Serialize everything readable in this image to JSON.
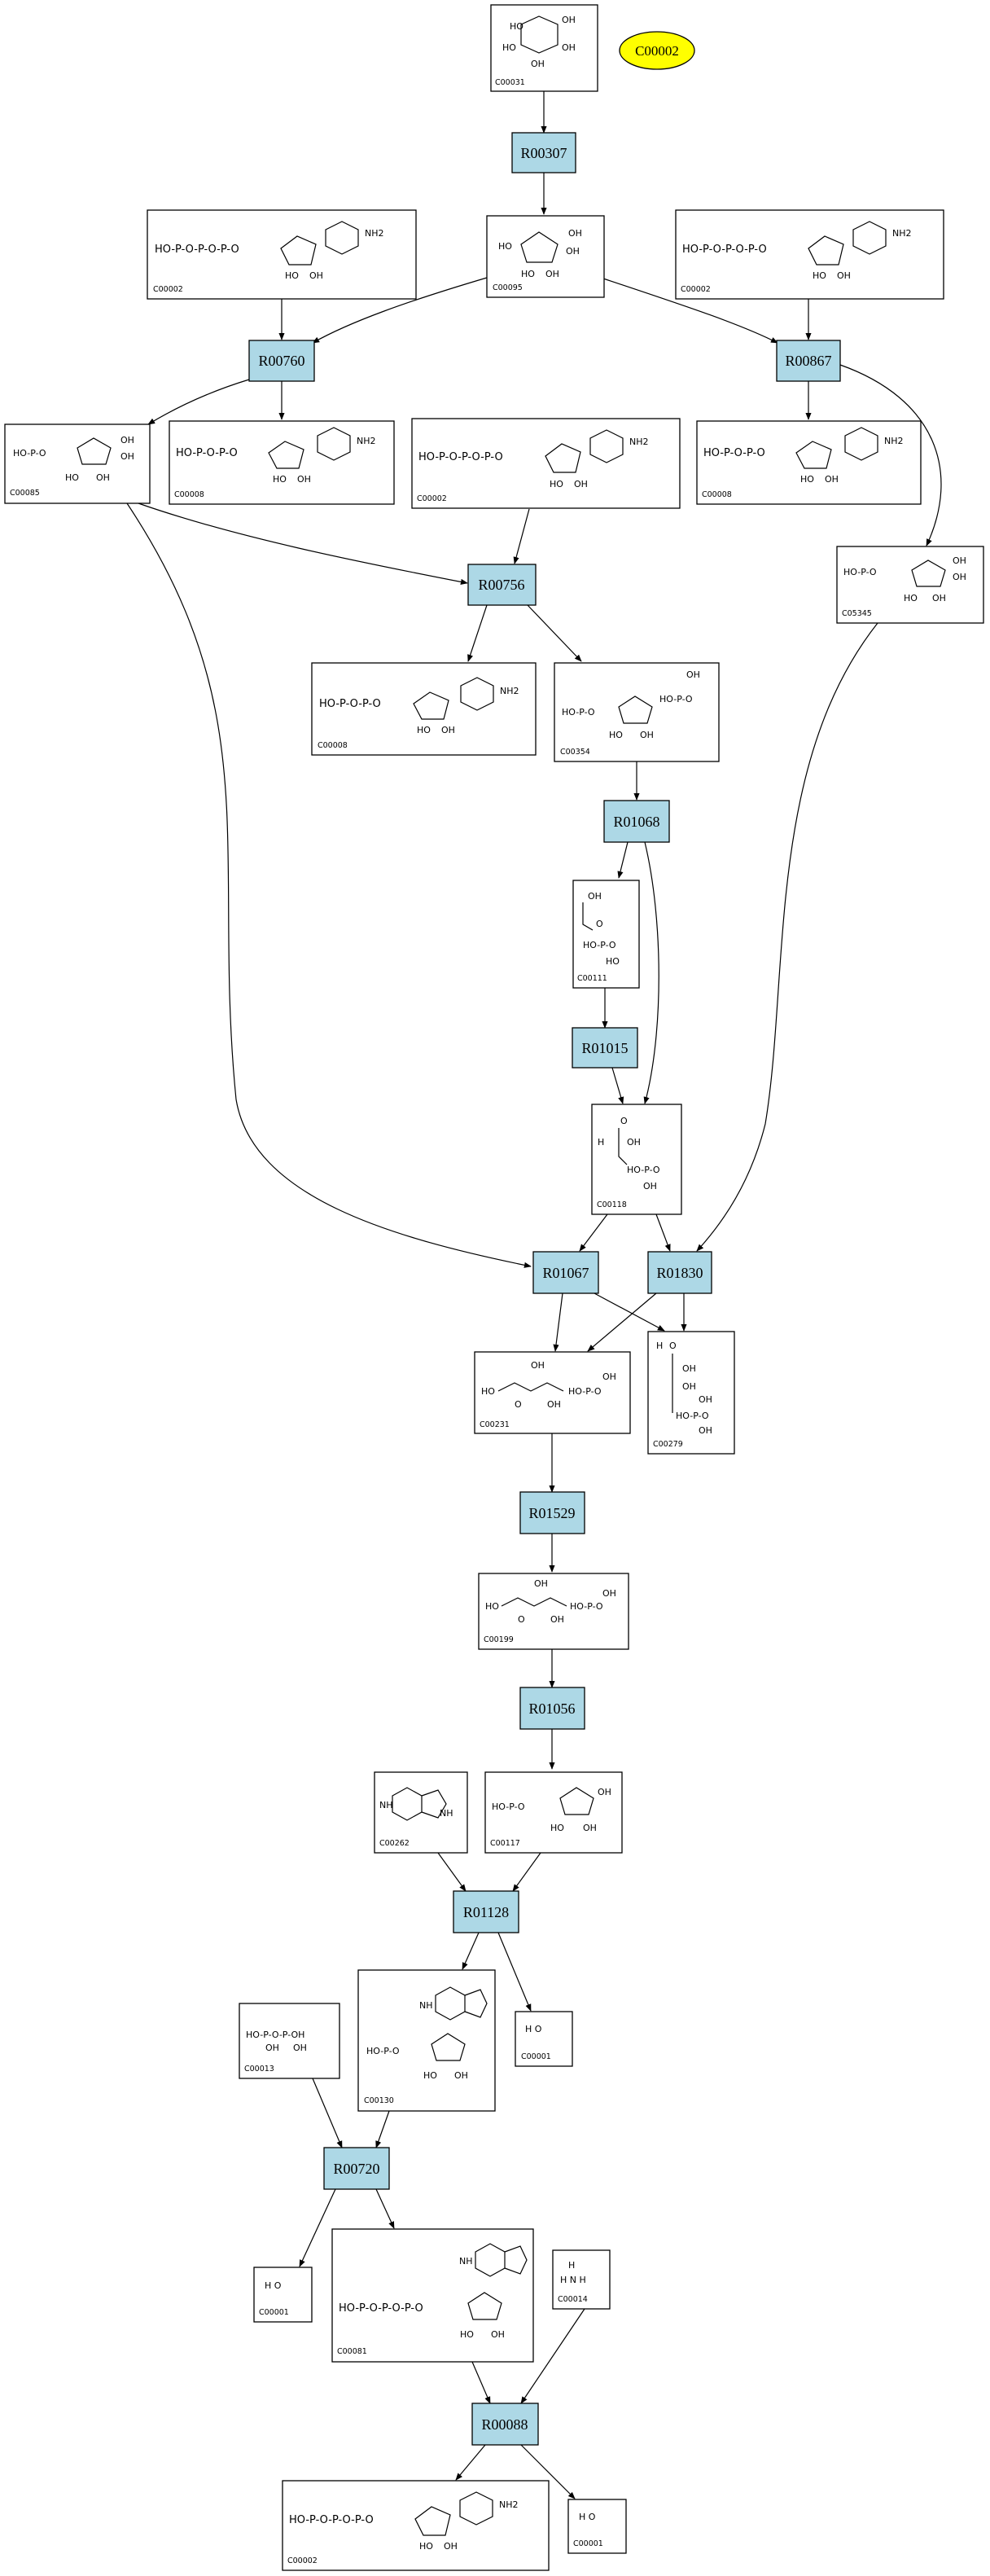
{
  "compounds": {
    "c00031": {
      "id": "C00031"
    },
    "c00002_a": {
      "id": "C00002"
    },
    "c00095": {
      "id": "C00095"
    },
    "c00002_b": {
      "id": "C00002"
    },
    "c00085": {
      "id": "C00085"
    },
    "c00008_a": {
      "id": "C00008"
    },
    "c00002_c": {
      "id": "C00002"
    },
    "c00008_b": {
      "id": "C00008"
    },
    "c05345": {
      "id": "C05345"
    },
    "c00008_c": {
      "id": "C00008"
    },
    "c00354": {
      "id": "C00354"
    },
    "c00111": {
      "id": "C00111"
    },
    "c00118": {
      "id": "C00118"
    },
    "c00231": {
      "id": "C00231"
    },
    "c00279": {
      "id": "C00279"
    },
    "c00199": {
      "id": "C00199"
    },
    "c00262": {
      "id": "C00262"
    },
    "c00117": {
      "id": "C00117"
    },
    "c00001_a": {
      "id": "C00001"
    },
    "c00013": {
      "id": "C00013"
    },
    "c00130": {
      "id": "C00130"
    },
    "c00001_b": {
      "id": "C00001"
    },
    "c00081": {
      "id": "C00081"
    },
    "c00014": {
      "id": "C00014"
    },
    "c00002_d": {
      "id": "C00002"
    },
    "c00001_c": {
      "id": "C00001"
    }
  },
  "reactions": {
    "r00307": "R00307",
    "r00760": "R00760",
    "r00867": "R00867",
    "r00756": "R00756",
    "r01068": "R01068",
    "r01015": "R01015",
    "r01067": "R01067",
    "r01830": "R01830",
    "r01529": "R01529",
    "r01056": "R01056",
    "r01128": "R01128",
    "r00720": "R00720",
    "r00088": "R00088"
  },
  "highlight": {
    "label": "C00002",
    "color": "#ffff00"
  },
  "colors": {
    "reaction_fill": "#add8e6",
    "compound_fill": "#ffffff",
    "line": "#000000"
  },
  "atoms": {
    "ho": "HO",
    "oh": "OH",
    "o": "O",
    "p": "P",
    "h": "H",
    "n": "N",
    "nh": "NH",
    "nh2": "NH2",
    "h2o": "H O",
    "h3n": "H N H",
    "hop": "HO-P-O-P-O-P-O",
    "hop2": "HO-P-O-P-O",
    "hop1": "HO-P-O",
    "pair": "HO-P-O-P-OH"
  }
}
